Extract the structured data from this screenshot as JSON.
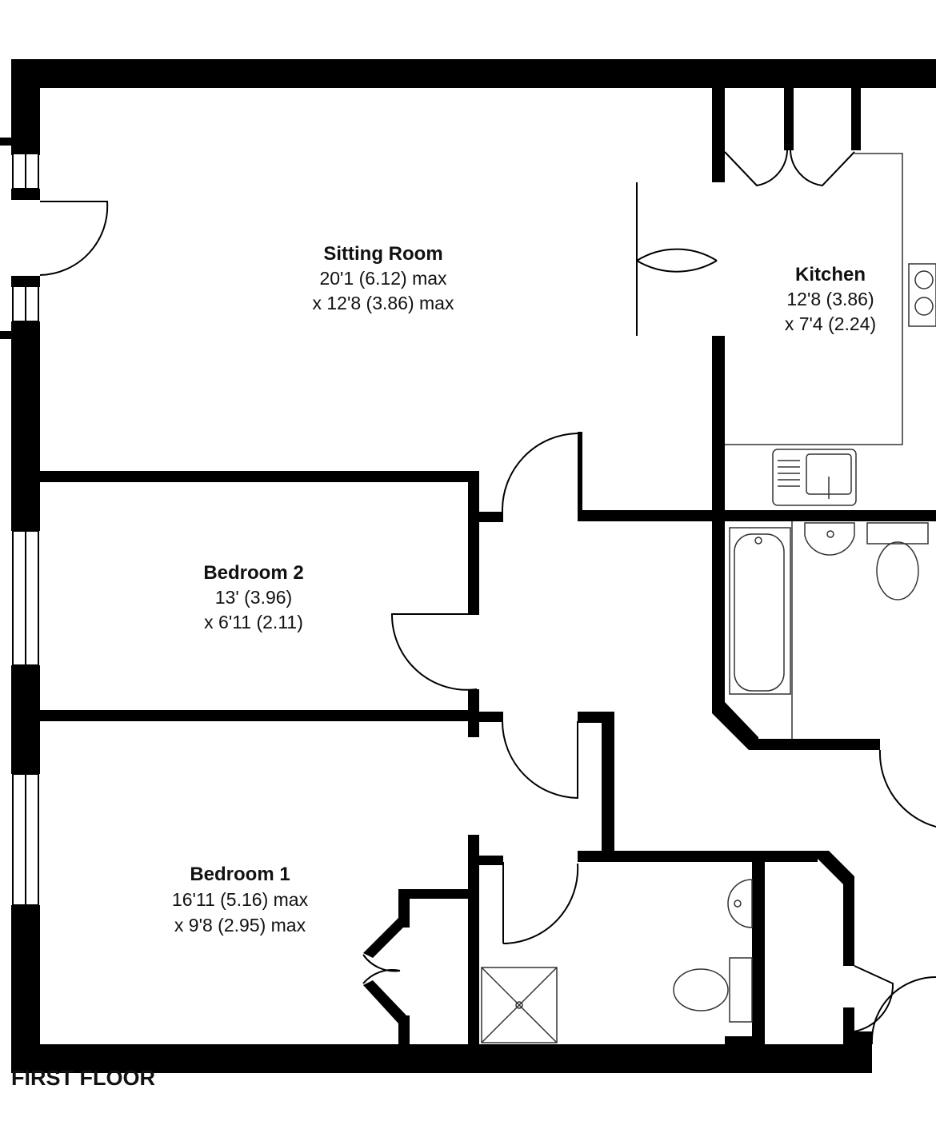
{
  "floor_label": "FIRST FLOOR",
  "rooms": {
    "sitting_room": {
      "name": "Sitting Room",
      "line1": "20'1 (6.12) max",
      "line2": "x 12'8 (3.86) max"
    },
    "kitchen": {
      "name": "Kitchen",
      "line1": "12'8 (3.86)",
      "line2": "x 7'4 (2.24)"
    },
    "bedroom_2": {
      "name": "Bedroom 2",
      "line1": "13' (3.96)",
      "line2": "x 6'11 (2.11)"
    },
    "bedroom_1": {
      "name": "Bedroom 1",
      "line1": "16'11 (5.16) max",
      "line2": "x 9'8 (2.95) max"
    }
  },
  "colors": {
    "wall": "#000000",
    "fixture_line": "#333333",
    "background": "#ffffff"
  }
}
